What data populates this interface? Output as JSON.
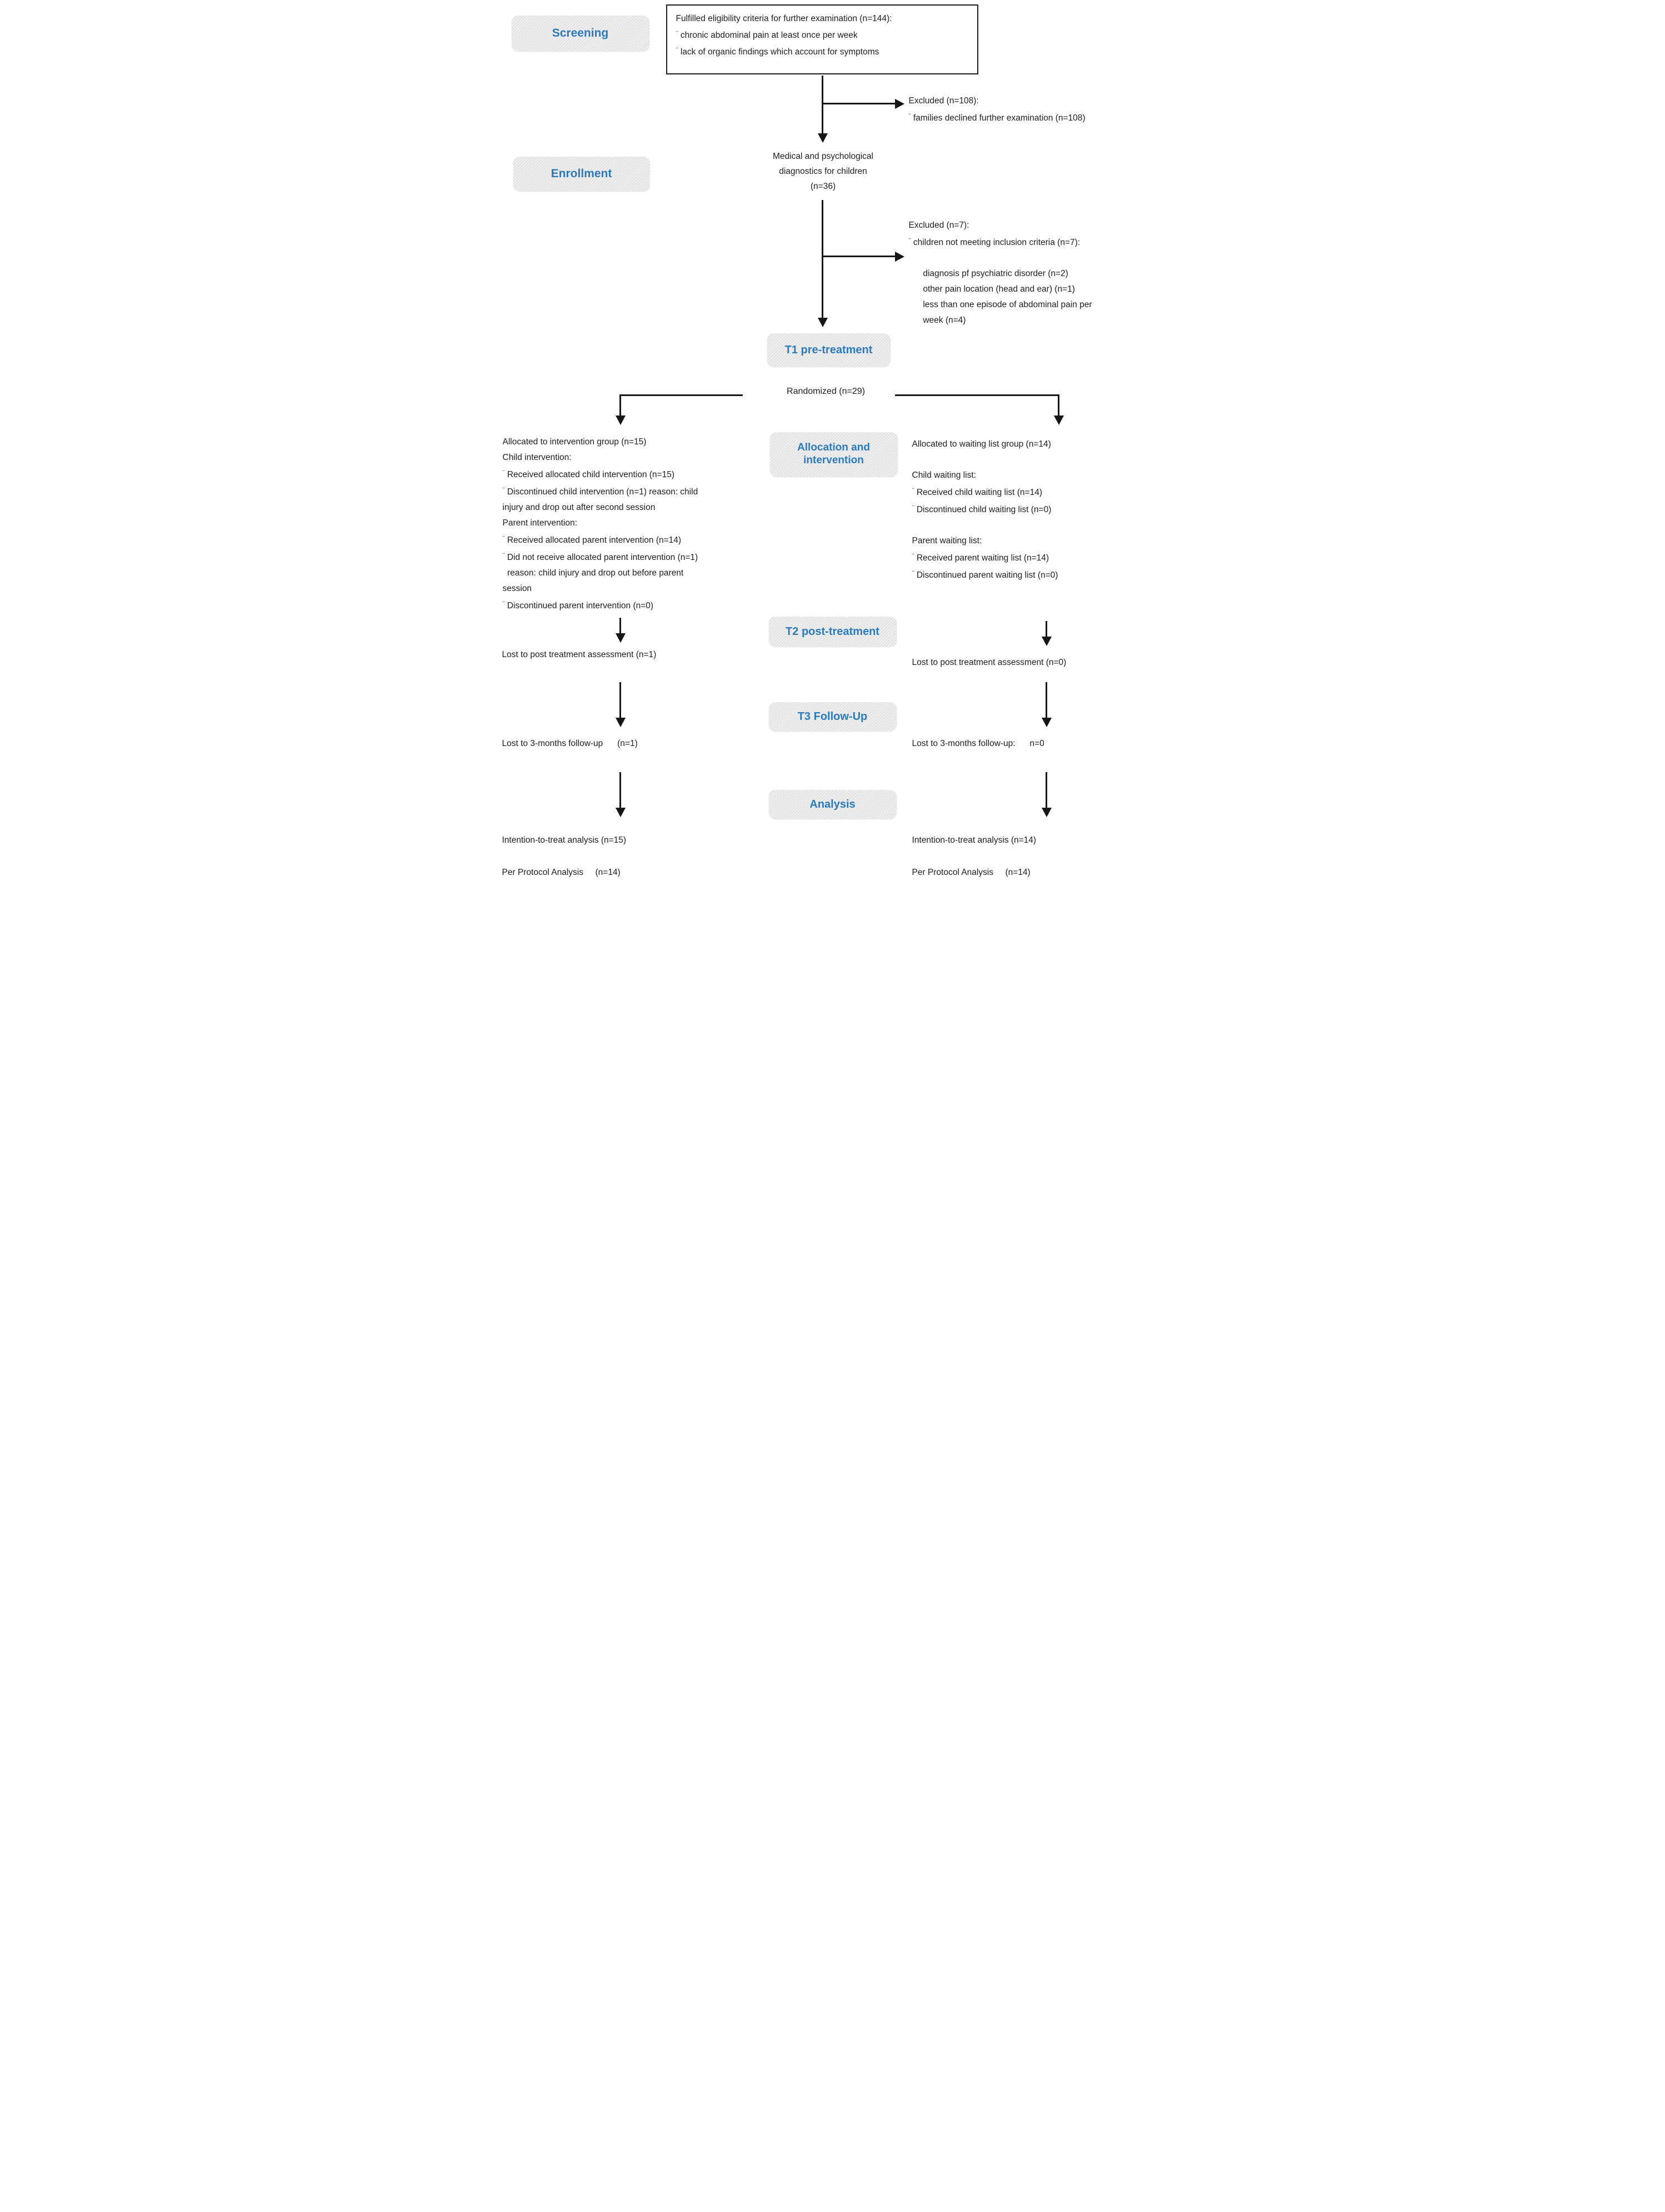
{
  "colors": {
    "accent_blue": "#2b7abc",
    "label_bg": "#e6e6e8",
    "line_black": "#161616"
  },
  "stages": {
    "screening": "Screening",
    "enrollment": "Enrollment",
    "t1": "T1 pre-treatment",
    "allocation_line1": "Allocation and",
    "allocation_line2": "intervention",
    "t2": "T2 post-treatment",
    "t3": "T3 Follow-Up",
    "analysis": "Analysis"
  },
  "eligibility_box": {
    "lines": [
      {
        "m": "",
        "t": "Fulfilled eligibility criteria for further examination (n=144):"
      },
      {
        "m": "¨",
        "t": "chronic abdominal pain at least once per week"
      },
      {
        "m": "¨",
        "t": "lack of organic findings which account for symptoms"
      }
    ]
  },
  "excluded_screening": {
    "lines": [
      {
        "m": "",
        "t": "Excluded (n=108):"
      },
      {
        "m": "¨",
        "t": "families declined further examination (n=108)"
      }
    ]
  },
  "diagnostics_node": {
    "lines": [
      {
        "m": "",
        "t": "Medical and psychological"
      },
      {
        "m": "",
        "t": "diagnostics for children"
      },
      {
        "m": "",
        "t": "(n=36)"
      }
    ]
  },
  "excluded_enrollment": {
    "lines": [
      {
        "m": "",
        "t": "Excluded (n=7):"
      },
      {
        "m": "¨",
        "t": "children not meeting inclusion criteria (n=7):"
      },
      {
        "m": "",
        "t": ""
      },
      {
        "m": "",
        "t": "      diagnosis pf psychiatric disorder (n=2)"
      },
      {
        "m": "",
        "t": "      other pain location (head and ear) (n=1)"
      },
      {
        "m": "",
        "t": "      less than one episode of abdominal pain per"
      },
      {
        "m": "",
        "t": "      week (n=4)"
      }
    ]
  },
  "randomized": "Randomized (n=29)",
  "intervention_group": {
    "lines": [
      {
        "m": "",
        "t": "Allocated to intervention group (n=15)"
      },
      {
        "m": "",
        "t": "Child intervention:"
      },
      {
        "m": "¨",
        "t": "Received allocated child intervention (n=15)"
      },
      {
        "m": "¨",
        "t": "Discontinued child intervention (n=1) reason: child"
      },
      {
        "m": "",
        "t": "injury and drop out after second session"
      },
      {
        "m": "",
        "t": "Parent intervention:"
      },
      {
        "m": "¨",
        "t": "Received allocated parent intervention (n=14)"
      },
      {
        "m": "¨",
        "t": "Did not receive allocated parent intervention (n=1)"
      },
      {
        "m": "",
        "t": "  reason: child injury and drop out before parent"
      },
      {
        "m": "",
        "t": "session"
      },
      {
        "m": "¨",
        "t": "Discontinued parent intervention (n=0)"
      }
    ]
  },
  "waiting_list_group": {
    "lines": [
      {
        "m": "",
        "t": "Allocated to waiting list group (n=14)"
      },
      {
        "m": "",
        "t": ""
      },
      {
        "m": "",
        "t": "Child waiting list:"
      },
      {
        "m": "¨",
        "t": "Received child waiting list (n=14)"
      },
      {
        "m": "¨",
        "t": "Discontinued child waiting list (n=0)"
      },
      {
        "m": "",
        "t": ""
      },
      {
        "m": "",
        "t": "Parent waiting list:"
      },
      {
        "m": "¨",
        "t": "Received parent waiting list (n=14)"
      },
      {
        "m": "¨",
        "t": "Discontinued parent waiting list (n=0)"
      }
    ]
  },
  "post_treatment": {
    "left": "Lost to post treatment assessment (n=1)",
    "right": "Lost to post treatment assessment (n=0)"
  },
  "follow_up": {
    "left": "Lost to 3-months follow-up      (n=1)",
    "right": "Lost to 3-months follow-up:      n=0"
  },
  "analysis_rows": {
    "itt_left": "Intention-to-treat analysis (n=15)",
    "pp_left": "Per Protocol Analysis     (n=14)",
    "itt_right": "Intention-to-treat analysis (n=14)",
    "pp_right": "Per Protocol Analysis     (n=14)"
  }
}
